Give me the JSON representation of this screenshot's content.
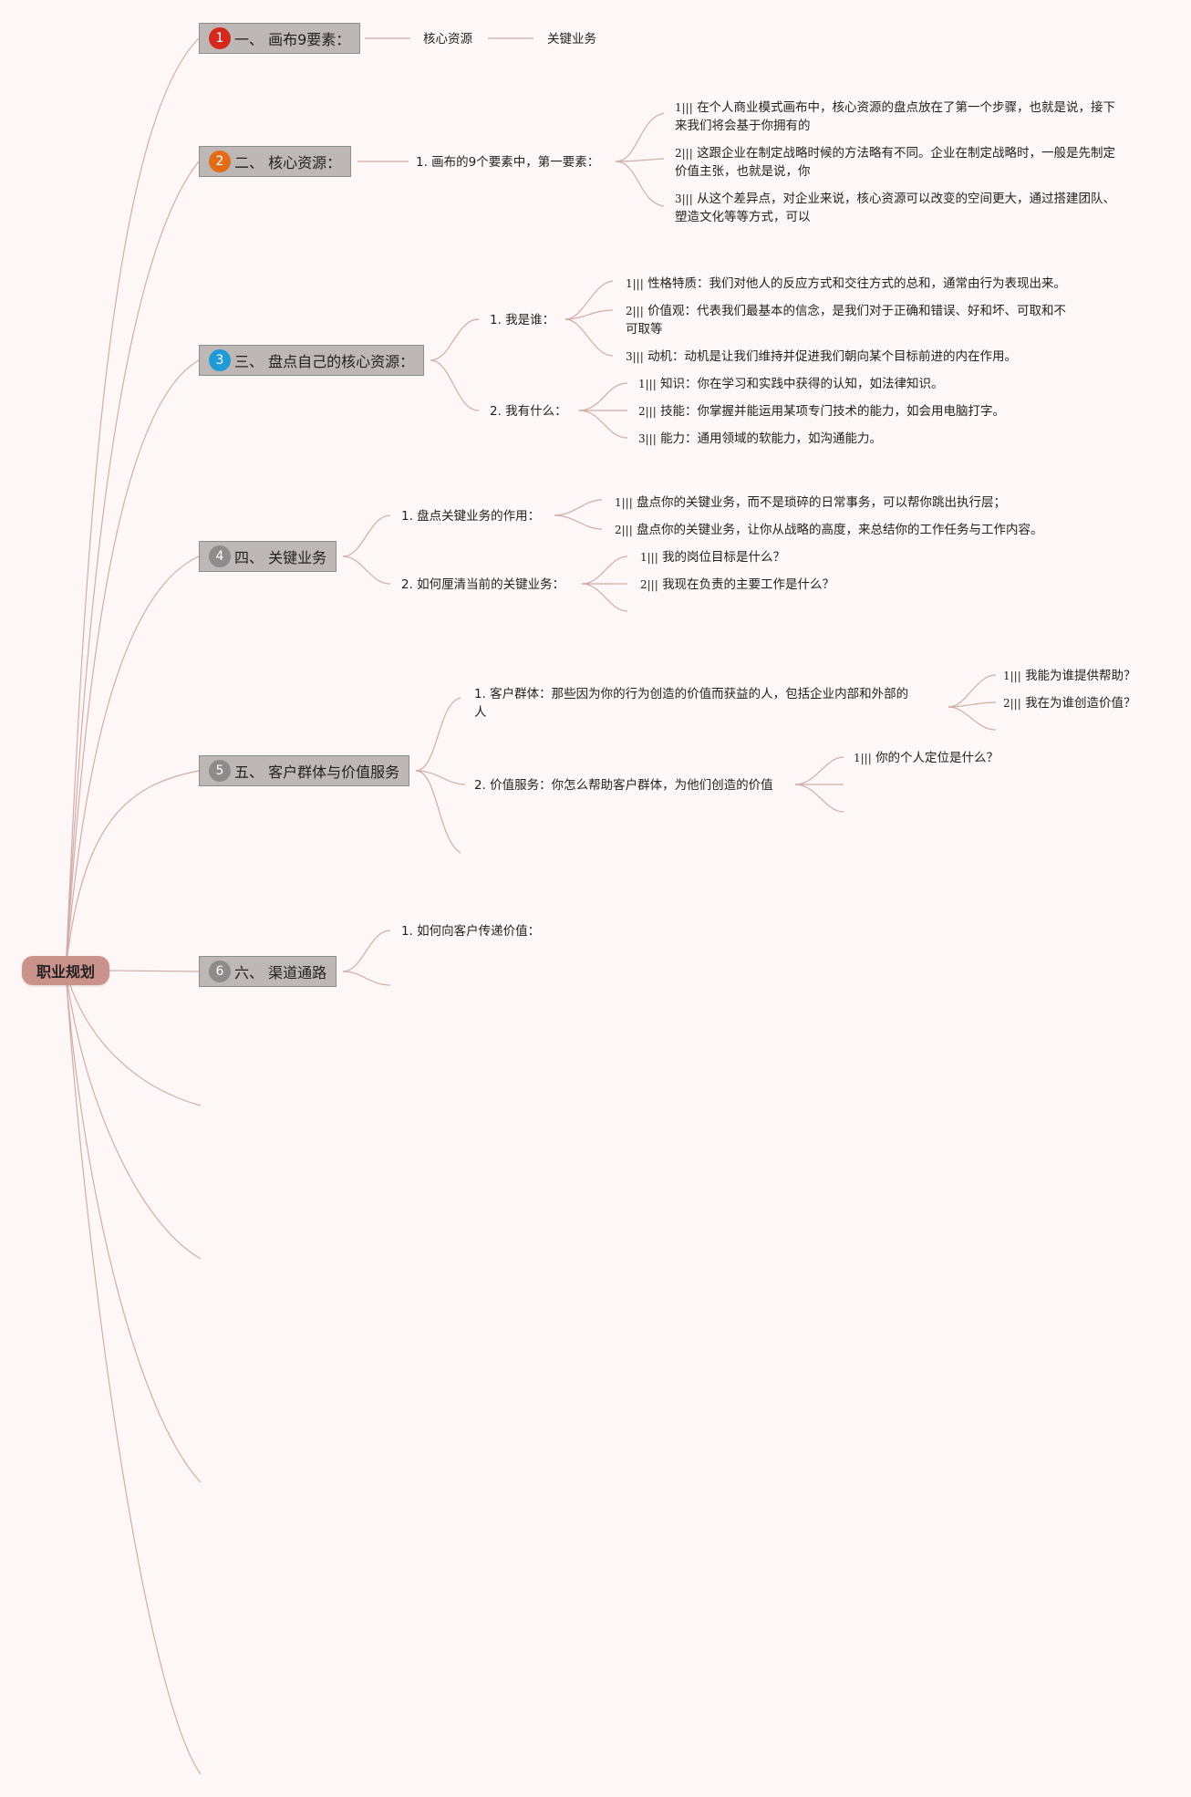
{
  "root": {
    "label": "职业规划"
  },
  "colors": {
    "line": "#d2aca6",
    "root_bg": "#c9928a",
    "topic_bg": "#bdb7b6",
    "topic_border": "#8a8f8b"
  },
  "topics": [
    {
      "num": "1",
      "badge_color": "#d42a1e",
      "label": "一、 画布9要素："
    },
    {
      "num": "2",
      "badge_color": "#e36c16",
      "label": "二、 核心资源："
    },
    {
      "num": "3",
      "badge_color": "#1e9ad6",
      "label": "三、 盘点自己的核心资源："
    },
    {
      "num": "4",
      "badge_color": "#8c8c8c",
      "label": "四、 关键业务"
    },
    {
      "num": "5",
      "badge_color": "#8c8c8c",
      "label": "五、 客户群体与价值服务"
    },
    {
      "num": "6",
      "badge_color": "#8c8c8c",
      "label": "六、 渠道通路"
    }
  ],
  "t1": {
    "a": "核心资源",
    "b": "关键业务"
  },
  "t2": {
    "sub": "1. 画布的9个要素中，第一要素：",
    "items": [
      {
        "idx": "1|||",
        "text": "在个人商业模式画布中，核心资源的盘点放在了第一个步骤，也就是说，接下",
        "text2": "来我们将会基于你拥有的"
      },
      {
        "idx": "2|||",
        "text": "这跟企业在制定战略时候的方法略有不同。企业在制定战略时，一般是先制定",
        "text2": "价值主张，也就是说，你"
      },
      {
        "idx": "3|||",
        "text": "从这个差异点，对企业来说，核心资源可以改变的空间更大，通过搭建团队、",
        "text2": "塑造文化等等方式，可以"
      }
    ]
  },
  "t3": {
    "sub1": "1. 我是谁：",
    "items1": [
      {
        "idx": "1|||",
        "text": "性格特质：我们对他人的反应方式和交往方式的总和，通常由行为表现出来。"
      },
      {
        "idx": "2|||",
        "text": "价值观：代表我们最基本的信念，是我们对于正确和错误、好和坏、可取和不",
        "text2": "可取等"
      },
      {
        "idx": "3|||",
        "text": "动机：动机是让我们维持并促进我们朝向某个目标前进的内在作用。"
      }
    ],
    "sub2": "2. 我有什么：",
    "items2": [
      {
        "idx": "1|||",
        "text": "知识：你在学习和实践中获得的认知，如法律知识。"
      },
      {
        "idx": "2|||",
        "text": "技能：你掌握并能运用某项专门技术的能力，如会用电脑打字。"
      },
      {
        "idx": "3|||",
        "text": "能力：通用领域的软能力，如沟通能力。"
      }
    ]
  },
  "t4": {
    "sub1": "1. 盘点关键业务的作用：",
    "items1": [
      {
        "idx": "1|||",
        "text": "盘点你的关键业务，而不是琐碎的日常事务，可以帮你跳出执行层；"
      },
      {
        "idx": "2|||",
        "text": "盘点你的关键业务，让你从战略的高度，来总结你的工作任务与工作内容。"
      }
    ],
    "sub2": "2. 如何厘清当前的关键业务：",
    "items2": [
      {
        "idx": "1|||",
        "text": "我的岗位目标是什么？"
      },
      {
        "idx": "2|||",
        "text": "我现在负责的主要工作是什么？"
      }
    ]
  },
  "t5": {
    "sub1": "1. 客户群体：那些因为你的行为创造的价值而获益的人，包括企业内部和外部的",
    "sub1b": "人",
    "items1": [
      {
        "idx": "1|||",
        "text": "我能为谁提供帮助？"
      },
      {
        "idx": "2|||",
        "text": "我在为谁创造价值？"
      }
    ],
    "sub2": "2. 价值服务：你怎么帮助客户群体，为他们创造的价值",
    "items2": [
      {
        "idx": "1|||",
        "text": "你的个人定位是什么？"
      }
    ]
  },
  "t6": {
    "sub1": "1. 如何向客户传递价值："
  }
}
